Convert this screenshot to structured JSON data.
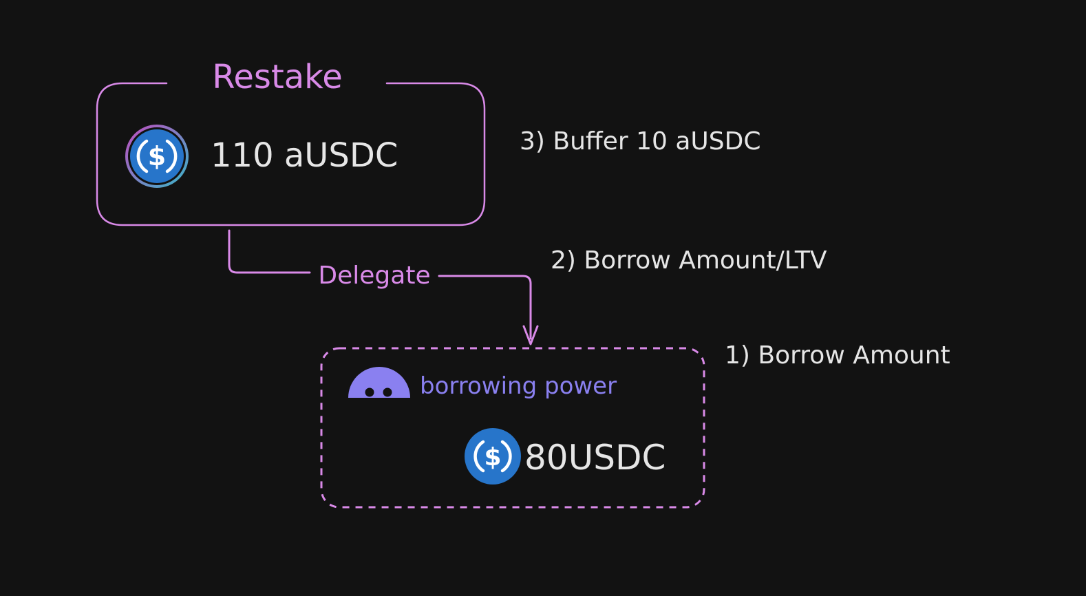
{
  "colors": {
    "background": "#121212",
    "accent_pink": "#d98ae8",
    "text_light": "#e6e6e6",
    "power_purple": "#8a80f0",
    "usdc_blue": "#2775ca",
    "ring_pink": "#c04ec0",
    "ring_teal": "#3ab4c8"
  },
  "restake_box": {
    "title": "Restake",
    "amount_label": "110 aUSDC"
  },
  "delegate_label": "Delegate",
  "borrow_box": {
    "title": "borrowing power",
    "amount_label": "80USDC"
  },
  "notes": {
    "step3": "3) Buffer 10 aUSDC",
    "step2": "2) Borrow Amount/LTV",
    "step1": "1) Borrow Amount"
  }
}
